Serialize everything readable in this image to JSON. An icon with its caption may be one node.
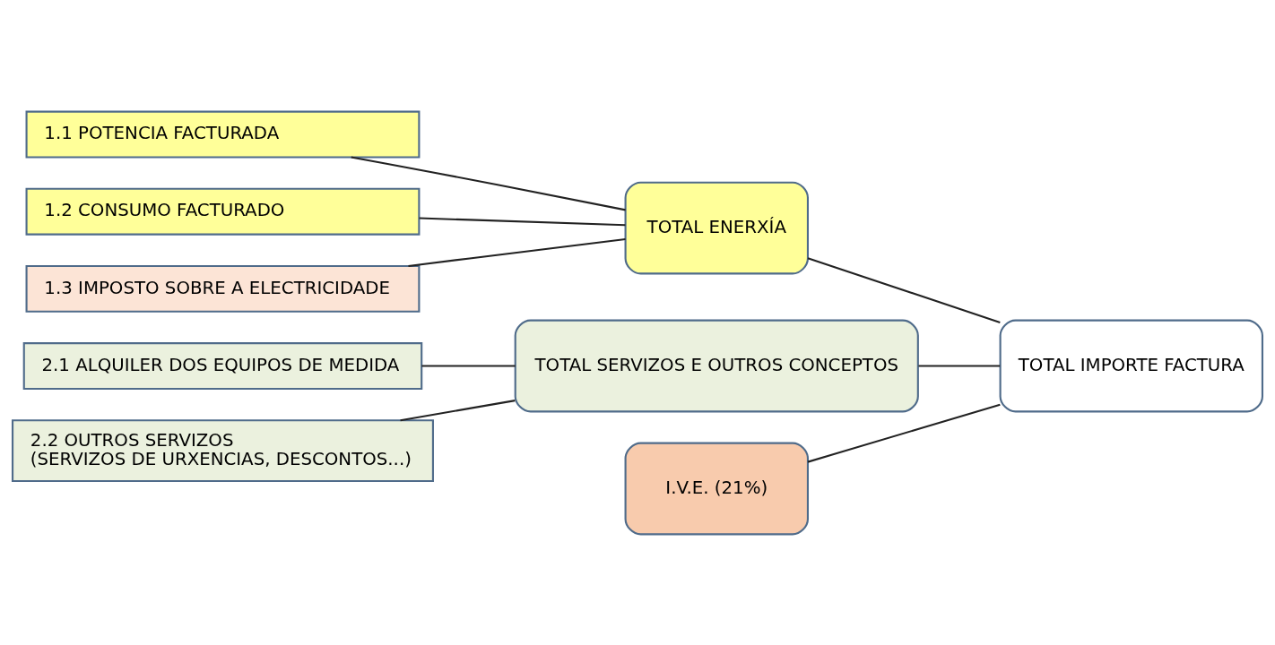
{
  "diagram": {
    "nodes": [
      {
        "text": [
          "1.1 POTENCIA FACTURADA"
        ]
      },
      {
        "text": [
          "1.2 CONSUMO FACTURADO"
        ]
      },
      {
        "text": [
          "1.3 IMPOSTO SOBRE A ELECTRICIDADE"
        ]
      },
      {
        "text": [
          "2.1 ALQUILER DOS EQUIPOS DE MEDIDA"
        ]
      },
      {
        "text": [
          "2.2 OUTROS SERVIZOS",
          "(SERVIZOS DE URXENCIAS, DESCONTOS...)"
        ]
      },
      {
        "text": [
          "TOTAL ENERXÍA"
        ]
      },
      {
        "text": [
          "TOTAL SERVIZOS E OUTROS CONCEPTOS"
        ]
      },
      {
        "text": [
          "I.V.E. (21%)"
        ]
      },
      {
        "text": [
          "TOTAL IMPORTE FACTURA"
        ]
      }
    ],
    "edges": [
      {
        "from": 0,
        "to": 5,
        "arrow": "none"
      },
      {
        "from": 1,
        "to": 5,
        "arrow": "none"
      },
      {
        "from": 2,
        "to": 5,
        "arrow": "none"
      },
      {
        "from": 3,
        "to": 6,
        "arrow": "none"
      },
      {
        "from": 4,
        "to": 6,
        "arrow": "none"
      },
      {
        "from": 5,
        "to": 8,
        "arrow": "none"
      },
      {
        "from": 6,
        "to": 8,
        "arrow": "none"
      },
      {
        "from": 7,
        "to": 8,
        "arrow": "none"
      }
    ]
  }
}
